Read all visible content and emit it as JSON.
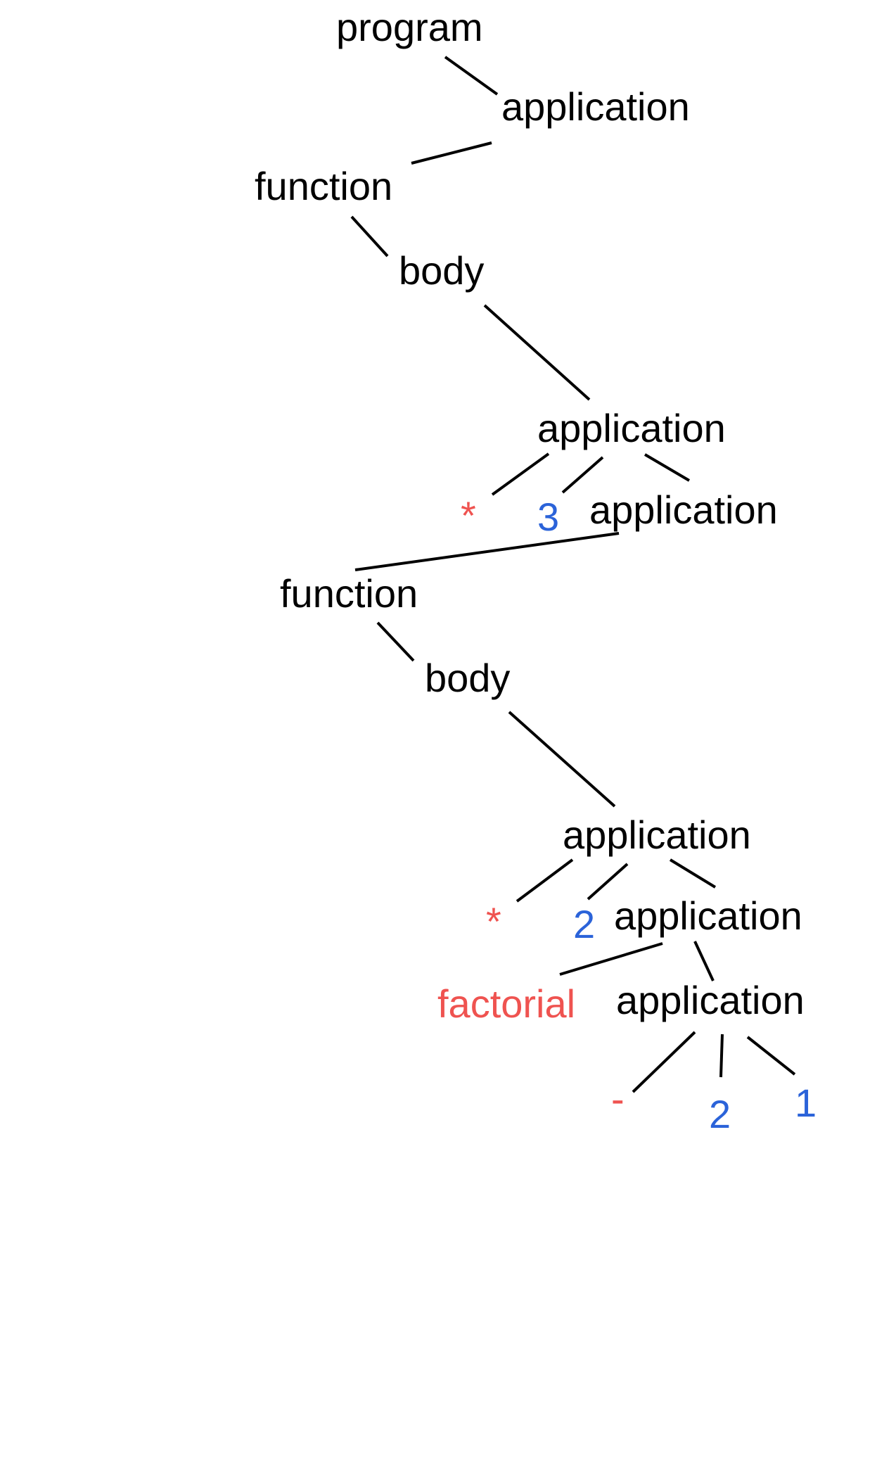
{
  "colors": {
    "default": "#000000",
    "operator": "#ef5350",
    "literal": "#2b63d9",
    "edge": "#000000"
  },
  "nodes": [
    {
      "id": "program",
      "label": "program",
      "kind": "default"
    },
    {
      "id": "app1",
      "label": "application",
      "kind": "default"
    },
    {
      "id": "func1",
      "label": "function",
      "kind": "default"
    },
    {
      "id": "body1",
      "label": "body",
      "kind": "default"
    },
    {
      "id": "app2",
      "label": "application",
      "kind": "default"
    },
    {
      "id": "op1",
      "label": "*",
      "kind": "operator"
    },
    {
      "id": "lit3",
      "label": "3",
      "kind": "literal"
    },
    {
      "id": "app3",
      "label": "application",
      "kind": "default"
    },
    {
      "id": "func2",
      "label": "function",
      "kind": "default"
    },
    {
      "id": "body2",
      "label": "body",
      "kind": "default"
    },
    {
      "id": "app4",
      "label": "application",
      "kind": "default"
    },
    {
      "id": "op2",
      "label": "*",
      "kind": "operator"
    },
    {
      "id": "lit2a",
      "label": "2",
      "kind": "literal"
    },
    {
      "id": "app5",
      "label": "application",
      "kind": "default"
    },
    {
      "id": "fact",
      "label": "factorial",
      "kind": "operator"
    },
    {
      "id": "app6",
      "label": "application",
      "kind": "default"
    },
    {
      "id": "minus",
      "label": "-",
      "kind": "operator"
    },
    {
      "id": "lit2b",
      "label": "2",
      "kind": "literal"
    },
    {
      "id": "lit1",
      "label": "1",
      "kind": "literal"
    }
  ],
  "edges": [
    {
      "from": "program",
      "to": "app1"
    },
    {
      "from": "app1",
      "to": "func1"
    },
    {
      "from": "func1",
      "to": "body1"
    },
    {
      "from": "body1",
      "to": "app2"
    },
    {
      "from": "app2",
      "to": "op1"
    },
    {
      "from": "app2",
      "to": "lit3"
    },
    {
      "from": "app2",
      "to": "app3"
    },
    {
      "from": "app3",
      "to": "func2"
    },
    {
      "from": "func2",
      "to": "body2"
    },
    {
      "from": "body2",
      "to": "app4"
    },
    {
      "from": "app4",
      "to": "op2"
    },
    {
      "from": "app4",
      "to": "lit2a"
    },
    {
      "from": "app4",
      "to": "app5"
    },
    {
      "from": "app5",
      "to": "fact"
    },
    {
      "from": "app5",
      "to": "app6"
    },
    {
      "from": "app6",
      "to": "minus"
    },
    {
      "from": "app6",
      "to": "lit2b"
    },
    {
      "from": "app6",
      "to": "lit1"
    }
  ]
}
